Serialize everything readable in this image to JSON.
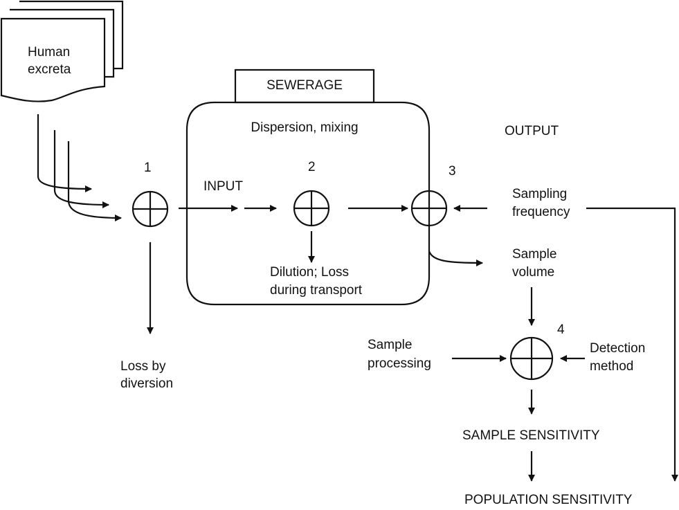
{
  "diagram": {
    "source": {
      "line1": "Human",
      "line2": "excreta"
    },
    "sewerage_title": "SEWERAGE",
    "sewerage_subtitle": "Dispersion, mixing",
    "nodes": [
      {
        "number": "1"
      },
      {
        "number": "2"
      },
      {
        "number": "3"
      },
      {
        "number": "4"
      }
    ],
    "labels": {
      "input": "INPUT",
      "output": "OUTPUT",
      "loss_diversion_line1": "Loss by",
      "loss_diversion_line2": "diversion",
      "dilution_line1": "Dilution; Loss",
      "dilution_line2": "during transport",
      "sampling_frequency_line1": "Sampling",
      "sampling_frequency_line2": "frequency",
      "sample_volume_line1": "Sample",
      "sample_volume_line2": "volume",
      "sample_processing_line1": "Sample",
      "sample_processing_line2": "processing",
      "detection_method_line1": "Detection",
      "detection_method_line2": "method",
      "sample_sensitivity": "SAMPLE SENSITIVITY",
      "population_sensitivity": "POPULATION SENSITIVITY"
    },
    "colors": {
      "stroke": "#111111",
      "background": "#ffffff"
    }
  }
}
